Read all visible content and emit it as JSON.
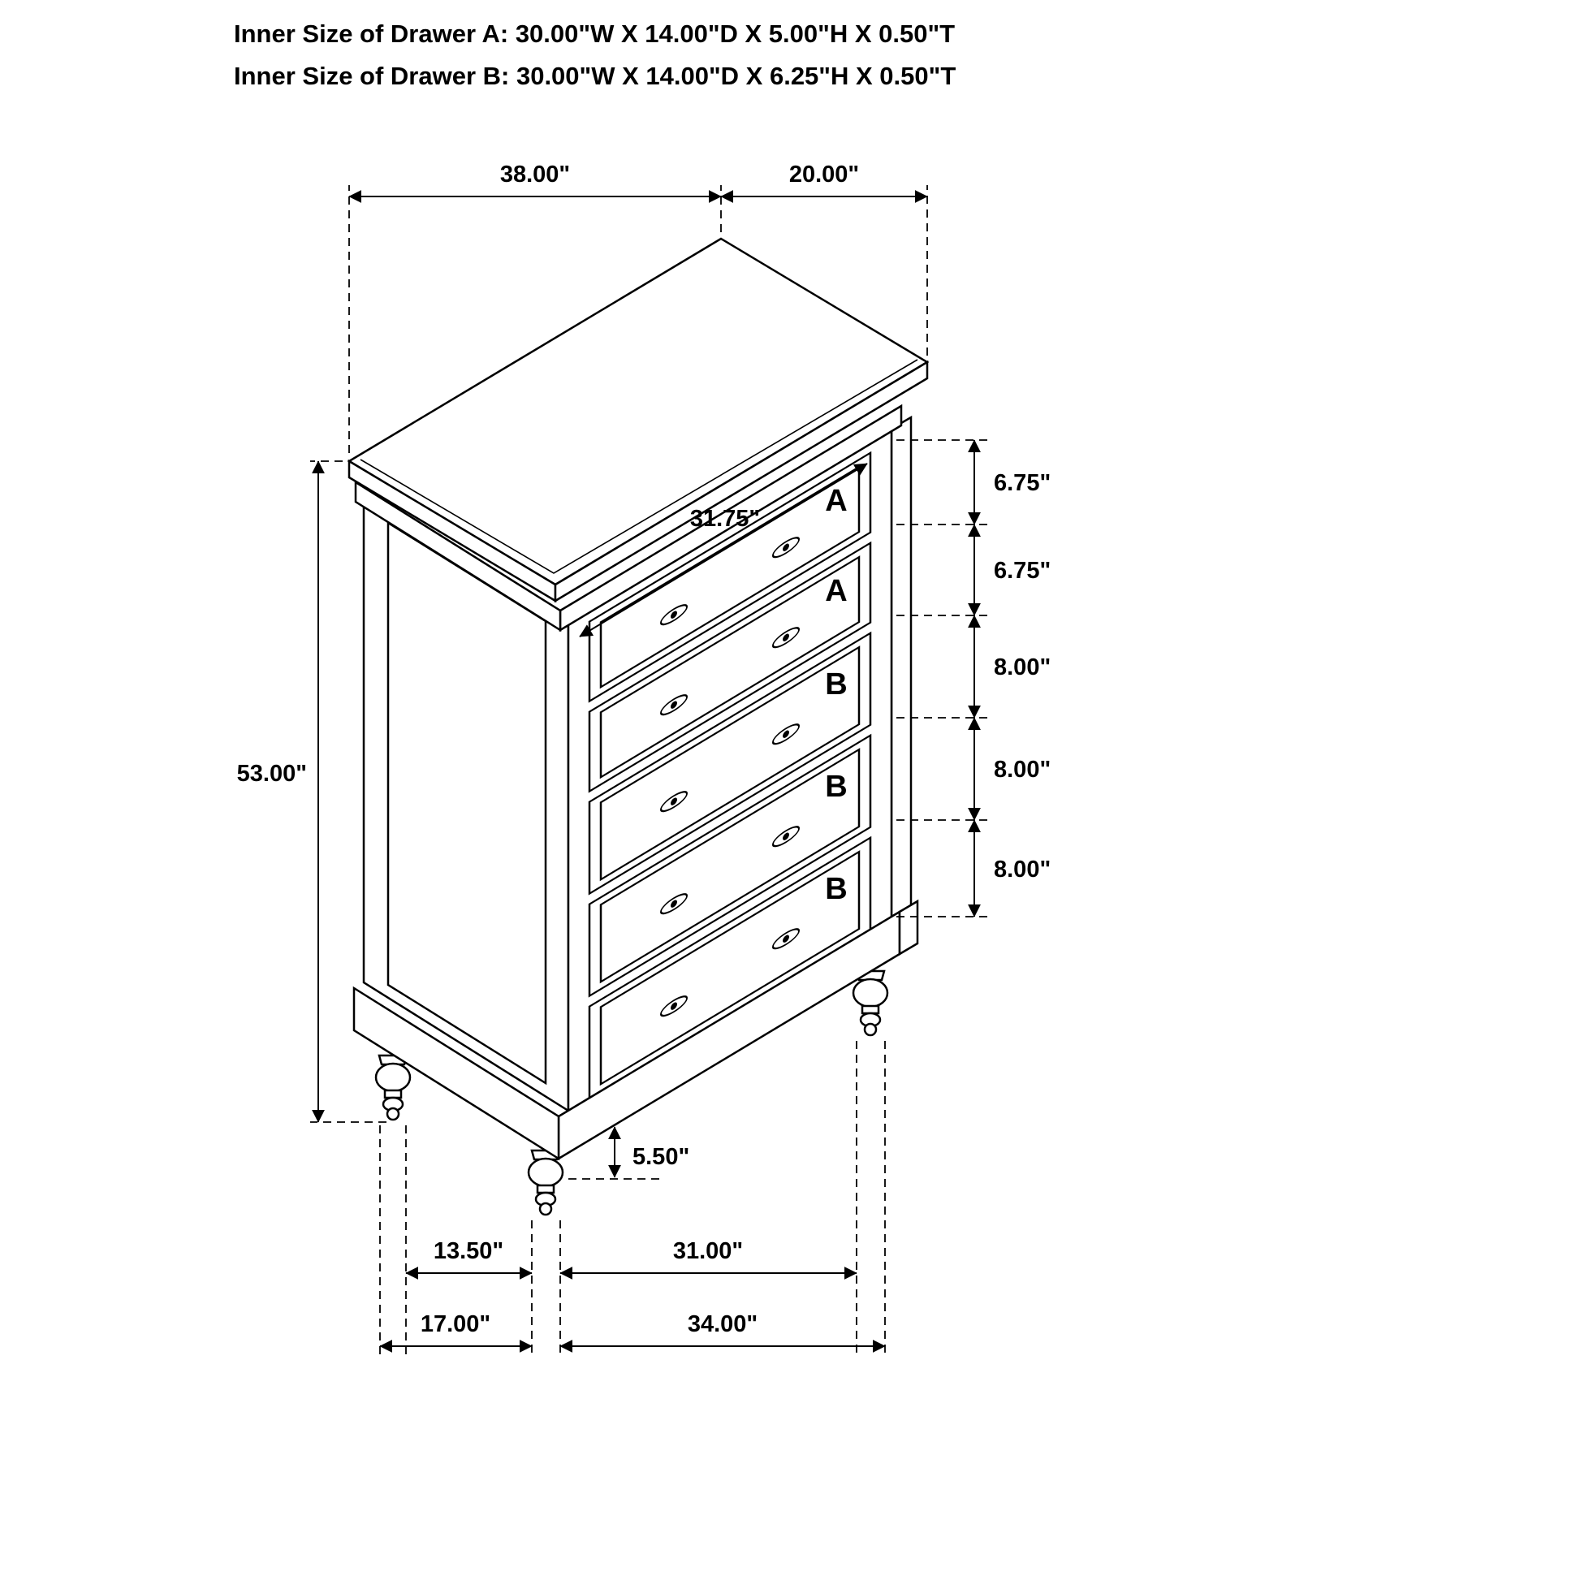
{
  "header": {
    "line_a": "Inner Size of Drawer A: 30.00\"W X 14.00\"D X 5.00\"H X 0.50\"T",
    "line_b": "Inner Size of Drawer B: 30.00\"W X 14.00\"D X 6.25\"H X 0.50\"T"
  },
  "dims": {
    "top_width": "38.00\"",
    "top_depth": "20.00\"",
    "total_height": "53.00\"",
    "drawer_heights": [
      "6.75\"",
      "6.75\"",
      "8.00\"",
      "8.00\"",
      "8.00\""
    ],
    "drawer_front_width": "31.75\"",
    "leg_height": "5.50\"",
    "leg_span_side_inner": "13.50\"",
    "leg_span_side_outer": "17.00\"",
    "leg_span_front_inner": "31.00\"",
    "leg_span_front_outer": "34.00\""
  },
  "drawer_labels": [
    "A",
    "A",
    "B",
    "B",
    "B"
  ],
  "colors": {
    "line": "#000000",
    "label_red": "#ed1c24",
    "background": "#ffffff"
  }
}
